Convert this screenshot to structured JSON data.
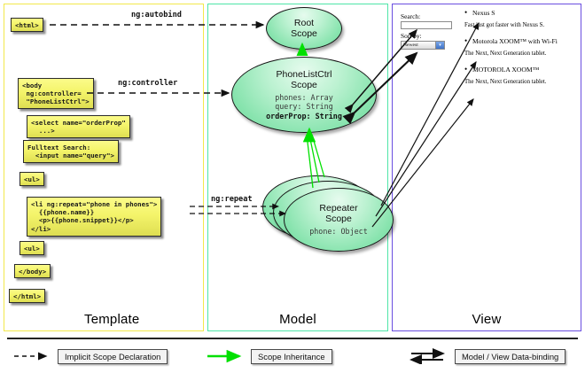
{
  "panels": {
    "template": {
      "label": "Template",
      "border_color": "#f2e84b"
    },
    "model": {
      "label": "Model",
      "border_color": "#4ee5a8"
    },
    "view": {
      "label": "View",
      "border_color": "#6a4ee0"
    }
  },
  "template_boxes": {
    "html_open": "<html>",
    "body_open": "<body\n ng:controller=\n \"PhoneListCtrl\">",
    "select": "<select name=\"orderProp\"\n  ...>",
    "search": "Fulltext Search:\n  <input name=\"query\">",
    "ul_open": "<ul>",
    "li_repeat": "<li ng:repeat=\"phone in phones\">\n  {{phone.name}}\n  <p>{{phone.snippet}}</p>\n</li>",
    "ul_close": "<ul>",
    "body_close": "</body>",
    "html_close": "</html>"
  },
  "edge_labels": {
    "autobind": "ng:autobind",
    "controller": "ng:controller",
    "repeat": "ng:repeat"
  },
  "model": {
    "root_scope": {
      "title_line1": "Root",
      "title_line2": "Scope"
    },
    "phonelist_scope": {
      "title_line1": "PhoneListCtrl",
      "title_line2": "Scope",
      "props_normal": "phones: Array\nquery: String\n",
      "props_bold": "orderProp: String"
    },
    "repeater_scope": {
      "title_line1": "Repeater",
      "title_line2": "Scope",
      "props": "phone: Object"
    }
  },
  "view": {
    "search_label": "Search:",
    "search_value": "",
    "sort_label": "Sort by:",
    "sort_selected": "Newest",
    "sort_options": [
      "Newest"
    ],
    "phones": [
      {
        "name": "Nexus S",
        "snippet": "Fast just got faster with Nexus S."
      },
      {
        "name": "Motorola XOOM™ with Wi-Fi",
        "snippet": "The Next, Next Generation tablet."
      },
      {
        "name": "MOTOROLA XOOM™",
        "snippet": "The Next, Next Generation tablet."
      }
    ]
  },
  "legend": {
    "implicit": "Implicit Scope Declaration",
    "inheritance": "Scope Inheritance",
    "databinding": "Model / View Data-binding",
    "inheritance_color": "#00e000"
  }
}
